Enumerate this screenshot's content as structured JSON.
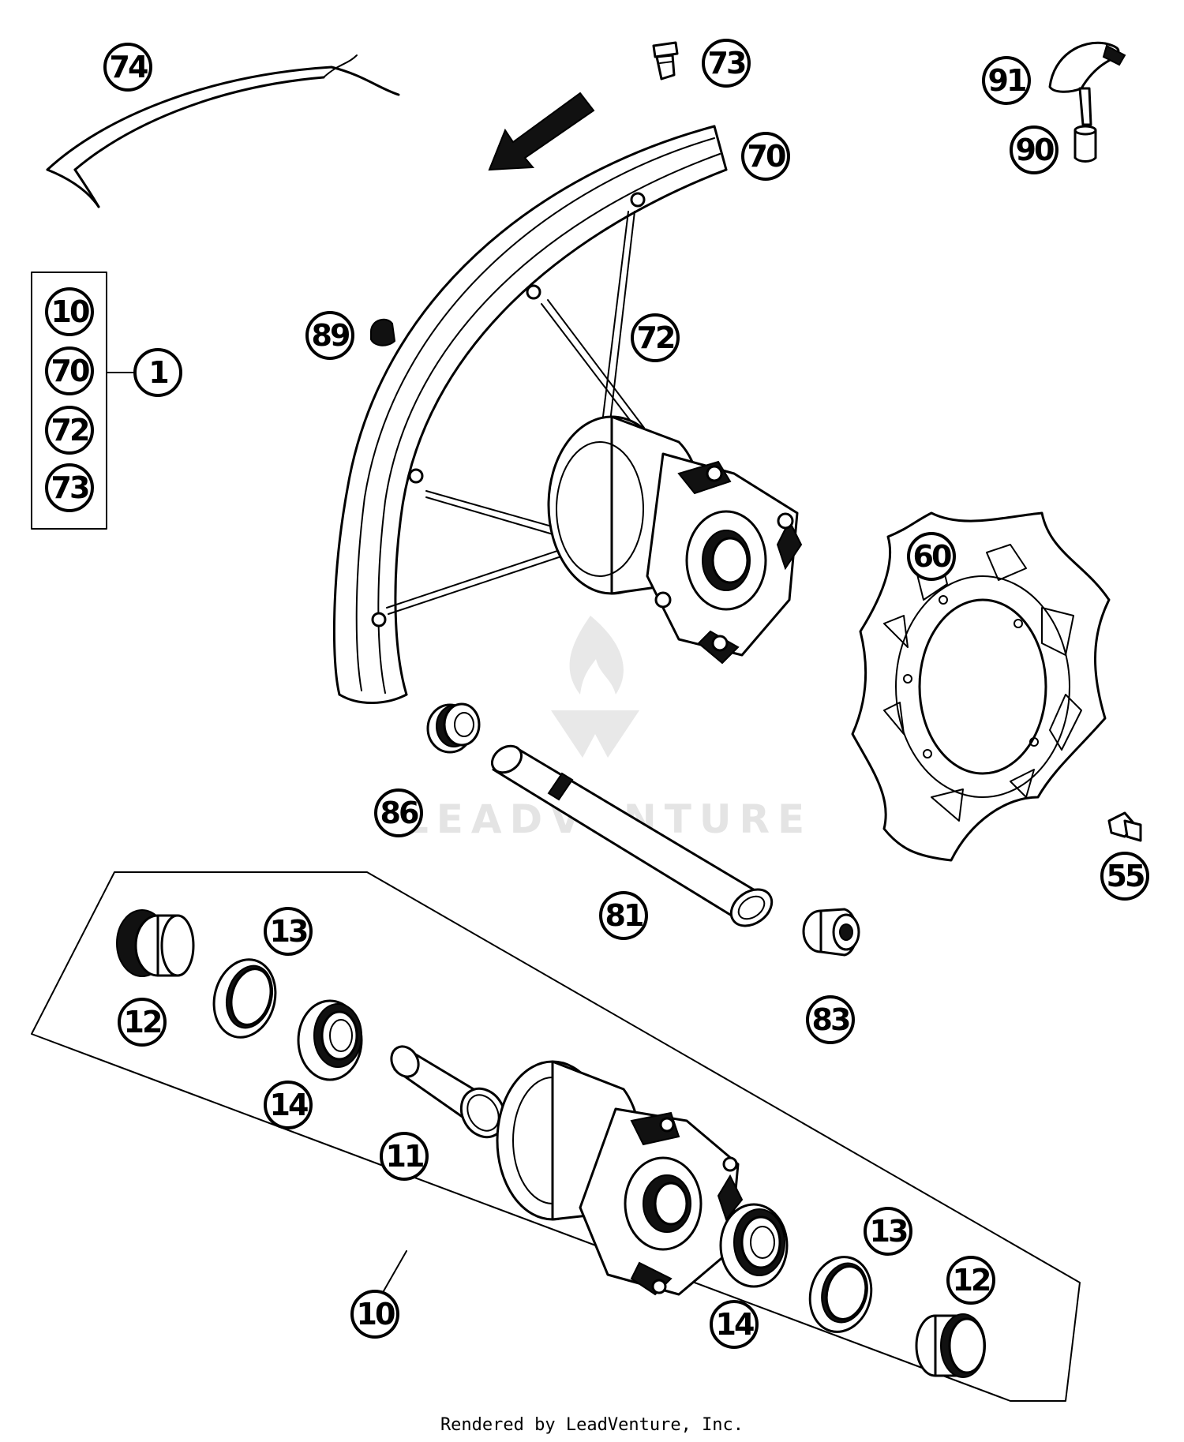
{
  "watermark": {
    "text": "LEADVENTURE"
  },
  "footer": {
    "text": "Rendered by LeadVenture, Inc."
  },
  "kit_box": {
    "items": [
      "10",
      "70",
      "72",
      "73"
    ],
    "target": "1"
  },
  "callouts": {
    "c74": "74",
    "c73": "73",
    "c91": "91",
    "c90": "90",
    "c70": "70",
    "c72": "72",
    "c89": "89",
    "c60": "60",
    "c86": "86",
    "c81": "81",
    "c55": "55",
    "c83": "83",
    "c13a": "13",
    "c12a": "12",
    "c14a": "14",
    "c11": "11",
    "c10": "10",
    "c14b": "14",
    "c13b": "13",
    "c12b": "12"
  }
}
